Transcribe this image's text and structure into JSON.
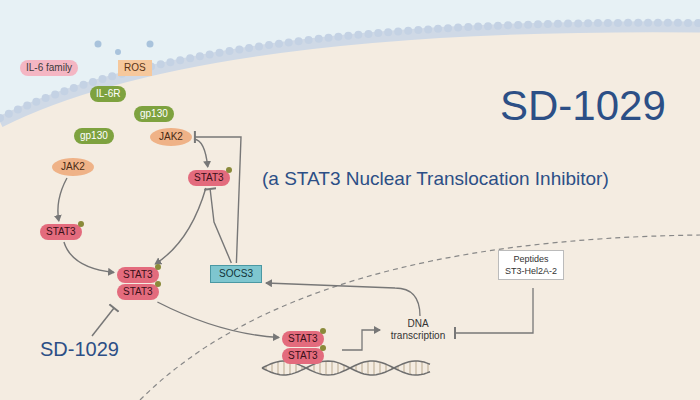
{
  "diagram": {
    "title": "SD-1029",
    "nodes": [
      {
        "text": [
          "IL-6 family"
        ]
      },
      {
        "text": [
          "ROS"
        ]
      },
      {
        "text": [
          "IL-6R"
        ]
      },
      {
        "text": [
          "gp130"
        ]
      },
      {
        "text": [
          "gp130"
        ]
      },
      {
        "text": [
          "JAK2"
        ]
      },
      {
        "text": [
          "JAK2"
        ]
      },
      {
        "text": [
          "STAT3"
        ]
      },
      {
        "text": [
          "STAT3"
        ]
      },
      {
        "text": [
          "STAT3"
        ]
      },
      {
        "text": [
          "STAT3"
        ]
      },
      {
        "text": [
          "SOCS3"
        ]
      },
      {
        "text": [
          "STAT3"
        ]
      },
      {
        "text": [
          "STAT3"
        ]
      },
      {
        "text": [
          "Peptides",
          "ST3-Hel2A-2"
        ]
      }
    ],
    "edges": [
      {
        "from": 5,
        "to": 7,
        "arrow": "to"
      },
      {
        "from": 6,
        "to": 8,
        "arrow": "to"
      },
      {
        "from": 7,
        "to": 9,
        "arrow": "to"
      },
      {
        "from": 8,
        "to": 9,
        "arrow": "to"
      },
      {
        "from": 10,
        "to": 12,
        "arrow": "to"
      },
      {
        "from": 11,
        "to": 5,
        "arrow": "to"
      },
      {
        "from": 11,
        "to": 7,
        "arrow": "to"
      }
    ],
    "labels": [
      "(a STAT3 Nuclear Translocation Inhibitor)",
      "SD-1029",
      "DNA transcription"
    ]
  }
}
